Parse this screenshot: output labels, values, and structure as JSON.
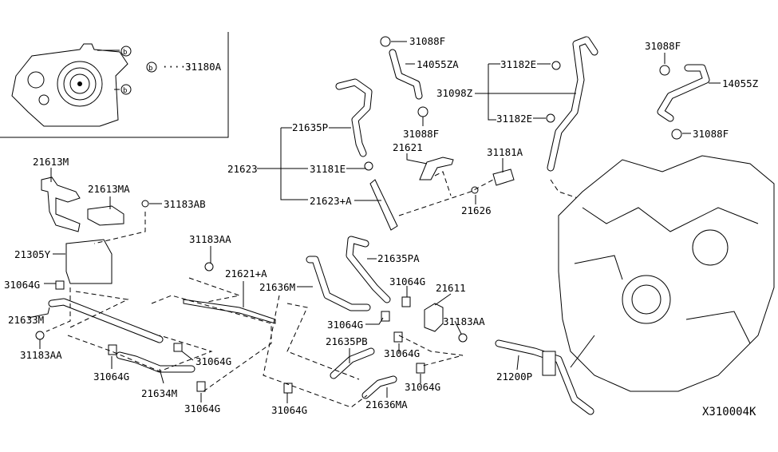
{
  "diagram_code": "X310004K",
  "inset": {
    "bolt_key": "b",
    "bolt_key_separator": "·····",
    "bolt_part": "31180A",
    "callout_b": "b"
  },
  "labels": {
    "l21613M": "21613M",
    "l21613MA": "21613MA",
    "l31183AB": "31183AB",
    "l31183AA_a": "31183AA",
    "l21305Y": "21305Y",
    "l31064G_a": "31064G",
    "l21621A": "21621+A",
    "l21633M": "21633M",
    "l31183AA_b": "31183AA",
    "l31064G_b": "31064G",
    "l31064G_c": "31064G",
    "l21634M": "21634M",
    "l31064G_d": "31064G",
    "l21623": "21623",
    "l21635P": "21635P",
    "l31181E": "31181E",
    "l21623A": "21623+A",
    "l31088F_a": "31088F",
    "l14055ZA": "14055ZA",
    "l31088F_b": "31088F",
    "l21621": "21621",
    "l31181A": "31181A",
    "l21626": "21626",
    "l31182E_a": "31182E",
    "l31098Z": "31098Z",
    "l31182E_b": "31182E",
    "l31088F_c": "31088F",
    "l14055Z": "14055Z",
    "l31088F_d": "31088F",
    "l21635PA": "21635PA",
    "l21636M": "21636M",
    "l31064G_e": "31064G",
    "l21611": "21611",
    "l31064G_f": "31064G",
    "l31183AA_c": "31183AA",
    "l21635PB": "21635PB",
    "l31064G_g": "31064G",
    "l31064G_h": "31064G",
    "l21636MA": "21636MA",
    "l31064G_i": "31064G",
    "l21200P": "21200P"
  }
}
